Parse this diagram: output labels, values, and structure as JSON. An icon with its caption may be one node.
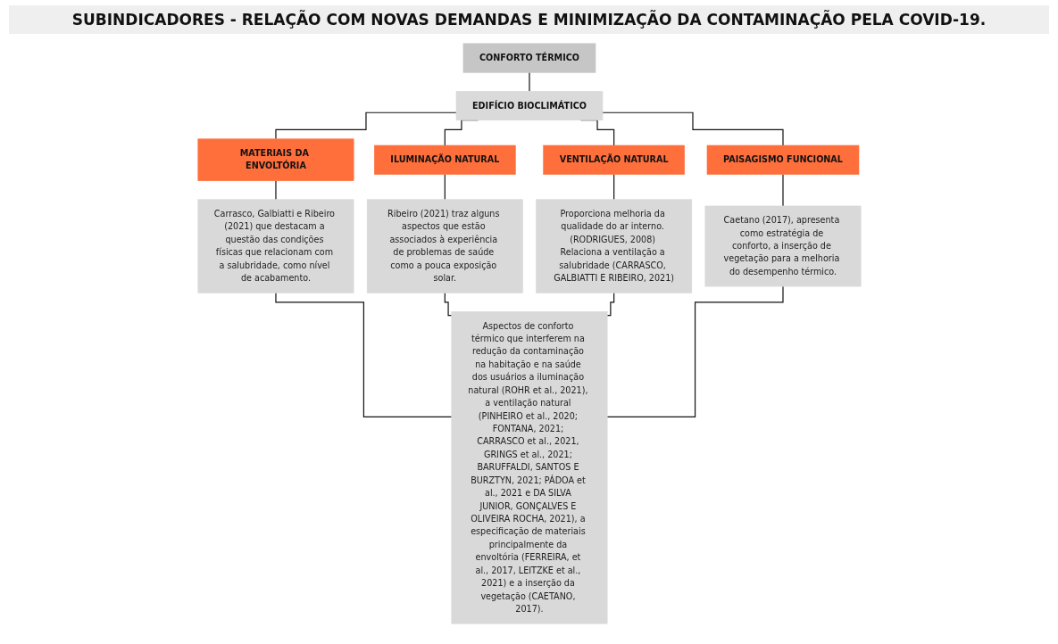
{
  "diagram": {
    "title": "SUBINDICADORES - RELAÇÃO COM NOVAS DEMANDAS E MINIMIZAÇÃO DA CONTAMINAÇÃO PELA COVID-19.",
    "nodes": [
      {
        "text": [
          "CONFORTO TÉRMICO"
        ]
      },
      {
        "text": [
          "EDIFÍCIO BIOCLIMÁTICO"
        ]
      },
      {
        "text": [
          "MATERIAIS DA ENVOLTÓRIA"
        ]
      },
      {
        "text": [
          "ILUMINAÇÃO NATURAL"
        ]
      },
      {
        "text": [
          "VENTILAÇÃO NATURAL"
        ]
      },
      {
        "text": [
          "PAISAGISMO FUNCIONAL"
        ]
      },
      {
        "text": [
          "Carrasco, Galbiatti e Ribeiro (2021) que destacam a questão das condições físicas que relacionam com a salubridade, como nível de acabamento."
        ]
      },
      {
        "text": [
          "Ribeiro (2021) traz alguns aspectos que estão associados à experiência de problemas de saúde como a pouca exposição solar."
        ]
      },
      {
        "text": [
          "Proporciona melhoria da qualidade do ar interno. (RODRIGUES, 2008) Relaciona a ventilação a salubridade (CARRASCO, GALBIATTI E RIBEIRO, 2021)"
        ]
      },
      {
        "text": [
          "Caetano (2017), apresenta como estratégia de conforto, a inserção de vegetação para a melhoria do desempenho térmico."
        ]
      },
      {
        "text": [
          "Aspectos de conforto térmico que interferem na redução da contaminação na habitação e na saúde dos usuários a iluminação natural (ROHR et al., 2021), a ventilação natural (PINHEIRO et al., 2020; FONTANA, 2021; CARRASCO et al., 2021, GRINGS et al., 2021; BARUFFALDI, SANTOS E BURZTYN, 2021; PÁDOA et al., 2021 e DA SILVA JUNIOR, GONÇALVES E OLIVEIRA ROCHA, 2021), a especificação de materiais principalmente da envoltória (FERREIRA, et al., 2017, LEITZKE et al., 2021) e a inserção da vegetação (CAETANO, 2017)."
        ]
      }
    ],
    "edges": [
      {
        "from": 0,
        "to": 1,
        "arrow": "none"
      },
      {
        "from": 1,
        "to": 2,
        "arrow": "none"
      },
      {
        "from": 1,
        "to": 3,
        "arrow": "none"
      },
      {
        "from": 1,
        "to": 4,
        "arrow": "none"
      },
      {
        "from": 1,
        "to": 5,
        "arrow": "none"
      },
      {
        "from": 2,
        "to": 6,
        "arrow": "none"
      },
      {
        "from": 3,
        "to": 7,
        "arrow": "none"
      },
      {
        "from": 4,
        "to": 8,
        "arrow": "none"
      },
      {
        "from": 5,
        "to": 9,
        "arrow": "none"
      },
      {
        "from": 6,
        "to": 10,
        "arrow": "none"
      },
      {
        "from": 7,
        "to": 10,
        "arrow": "none"
      },
      {
        "from": 8,
        "to": 10,
        "arrow": "none"
      },
      {
        "from": 9,
        "to": 10,
        "arrow": "none"
      }
    ]
  }
}
